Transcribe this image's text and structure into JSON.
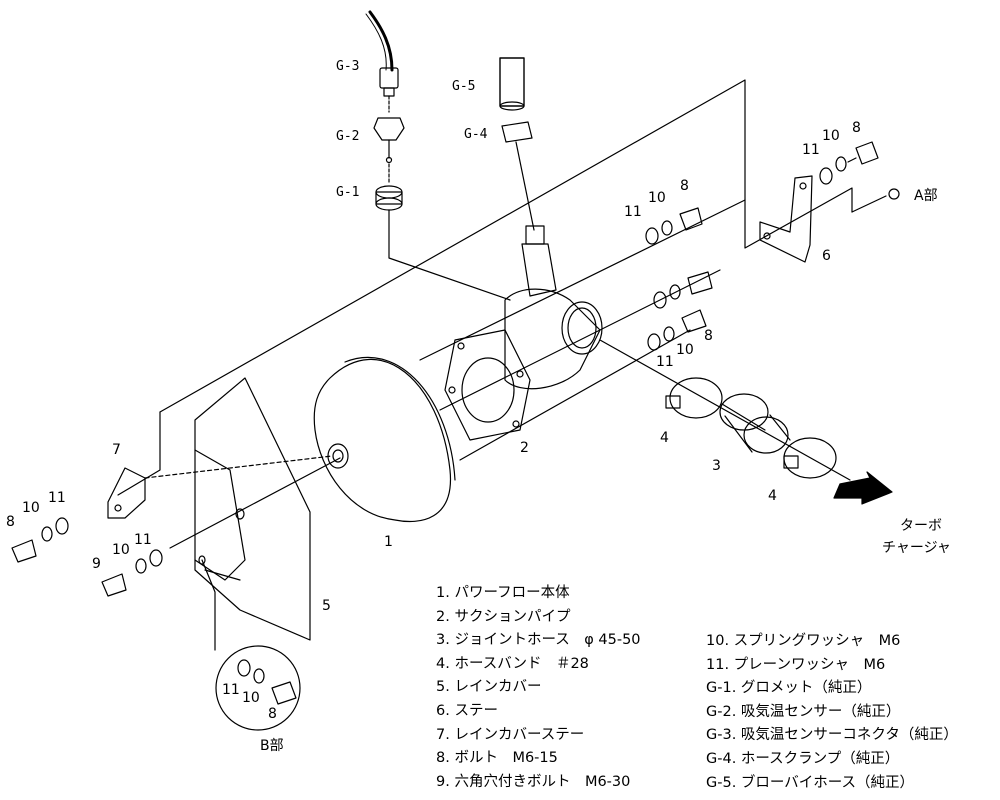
{
  "callouts": {
    "p1": "1",
    "p2": "2",
    "p3": "3",
    "p4a": "4",
    "p4b": "4",
    "p5": "5",
    "p6": "6",
    "p7": "7",
    "g1": "G-1",
    "g2": "G-2",
    "g3": "G-3",
    "g4": "G-4",
    "g5": "G-5",
    "a_part": "A部",
    "b_part": "B部",
    "turbo_line1": "ターボ",
    "turbo_line2": "チャージャ",
    "n8_top": "8",
    "n10_top": "10",
    "n11_top": "11",
    "n8_mid": "8",
    "n10_mid": "10",
    "n11_mid": "11",
    "n8_low": "8",
    "n10_low": "10",
    "n11_low": "11",
    "n8_left": "8",
    "n10_left": "10",
    "n11_left": "11",
    "n9_left": "9",
    "n10_left2": "10",
    "n11_left2": "11",
    "n8_b": "8",
    "n10_b": "10",
    "n11_b": "11"
  },
  "legend_left": [
    "1. パワーフロー本体",
    "2. サクションパイプ",
    "3. ジョイントホース　φ 45-50",
    "4. ホースバンド　＃28",
    "5. レインカバー",
    "6. ステー",
    "7. レインカバーステー",
    "8. ボルト　M6-15",
    "9. 六角穴付きボルト　M6-30"
  ],
  "legend_right": [
    "10. スプリングワッシャ　M6",
    "11. プレーンワッシャ　M6",
    "G-1. グロメット（純正）",
    "G-2. 吸気温センサー（純正）",
    "G-3. 吸気温センサーコネクタ（純正）",
    "G-4. ホースクランプ（純正）",
    "G-5. ブローバイホース（純正）"
  ]
}
